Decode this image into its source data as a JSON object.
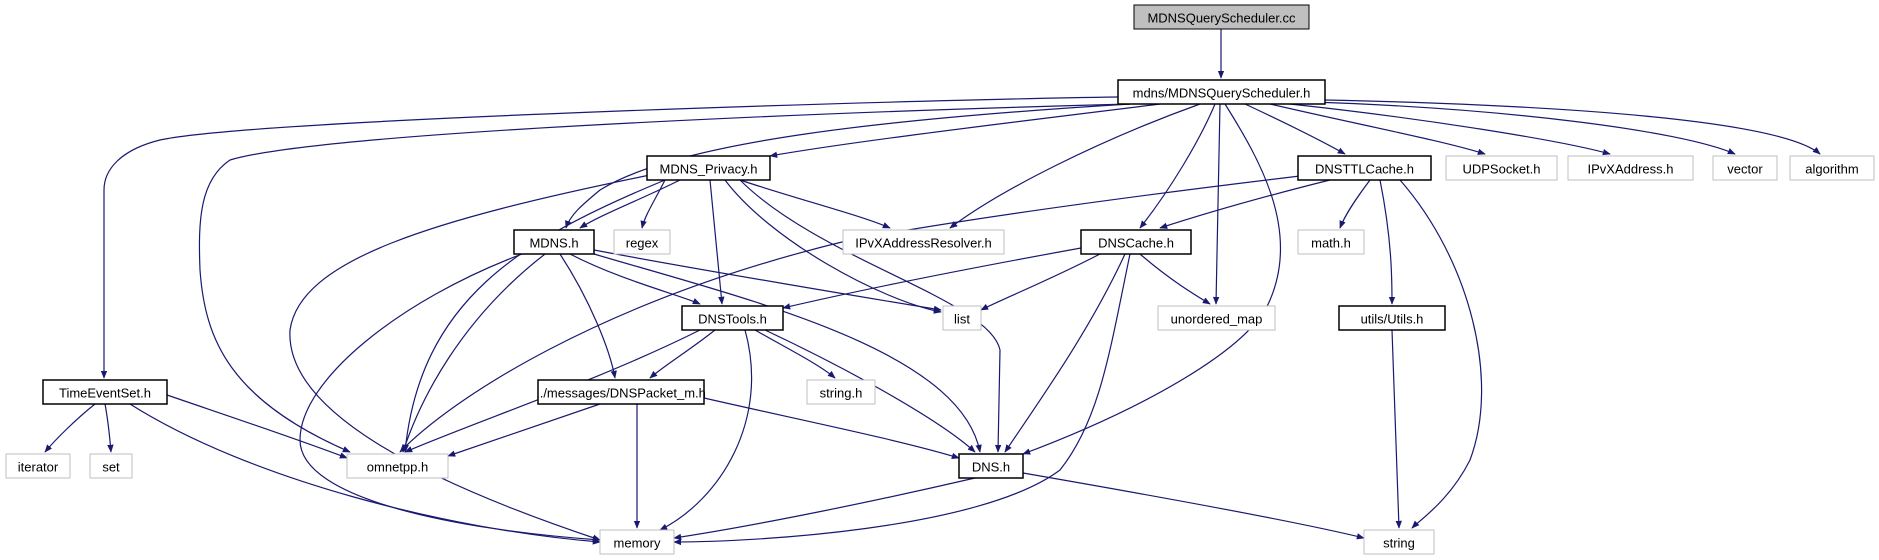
{
  "graph": {
    "colors": {
      "edge": "#191970",
      "root_fill": "#bfbfbf",
      "project_border": "#000000",
      "system_border": "#bfbfbf",
      "system_text": "#808080",
      "project_text": "#000000"
    },
    "nodes": [
      {
        "id": "root",
        "label": "MDNSQueryScheduler.cc",
        "kind": "root"
      },
      {
        "id": "scheduler_h",
        "label": "mdns/MDNSQueryScheduler.h",
        "kind": "project"
      },
      {
        "id": "privacy_h",
        "label": "MDNS_Privacy.h",
        "kind": "project"
      },
      {
        "id": "dnsttlcache_h",
        "label": "DNSTTLCache.h",
        "kind": "project"
      },
      {
        "id": "udpsocket_h",
        "label": "UDPSocket.h",
        "kind": "system"
      },
      {
        "id": "ipvxaddress_h",
        "label": "IPvXAddress.h",
        "kind": "system"
      },
      {
        "id": "vector",
        "label": "vector",
        "kind": "system"
      },
      {
        "id": "algorithm",
        "label": "algorithm",
        "kind": "system"
      },
      {
        "id": "mdns_h",
        "label": "MDNS.h",
        "kind": "project"
      },
      {
        "id": "regex",
        "label": "regex",
        "kind": "system"
      },
      {
        "id": "resolver_h",
        "label": "IPvXAddressResolver.h",
        "kind": "system"
      },
      {
        "id": "dnscache_h",
        "label": "DNSCache.h",
        "kind": "project"
      },
      {
        "id": "math_h",
        "label": "math.h",
        "kind": "system"
      },
      {
        "id": "dnstools_h",
        "label": "DNSTools.h",
        "kind": "project"
      },
      {
        "id": "list",
        "label": "list",
        "kind": "system"
      },
      {
        "id": "unordered_map",
        "label": "unordered_map",
        "kind": "system"
      },
      {
        "id": "utils_h",
        "label": "utils/Utils.h",
        "kind": "project"
      },
      {
        "id": "timeeventset_h",
        "label": "TimeEventSet.h",
        "kind": "project"
      },
      {
        "id": "string_h",
        "label": "string.h",
        "kind": "system"
      },
      {
        "id": "dnspacket_h",
        "label": "../messages/DNSPacket_m.h",
        "kind": "project"
      },
      {
        "id": "iterator",
        "label": "iterator",
        "kind": "system"
      },
      {
        "id": "set",
        "label": "set",
        "kind": "system"
      },
      {
        "id": "omnetpp_h",
        "label": "omnetpp.h",
        "kind": "system"
      },
      {
        "id": "dns_h",
        "label": "DNS.h",
        "kind": "project"
      },
      {
        "id": "memory",
        "label": "memory",
        "kind": "system"
      },
      {
        "id": "string",
        "label": "string",
        "kind": "system"
      }
    ],
    "edges": [
      {
        "from": "root",
        "to": "scheduler_h"
      },
      {
        "from": "scheduler_h",
        "to": "timeeventset_h"
      },
      {
        "from": "scheduler_h",
        "to": "omnetpp_h"
      },
      {
        "from": "scheduler_h",
        "to": "mdns_h"
      },
      {
        "from": "scheduler_h",
        "to": "privacy_h"
      },
      {
        "from": "scheduler_h",
        "to": "resolver_h"
      },
      {
        "from": "scheduler_h",
        "to": "dnscache_h"
      },
      {
        "from": "scheduler_h",
        "to": "unordered_map"
      },
      {
        "from": "scheduler_h",
        "to": "dns_h"
      },
      {
        "from": "scheduler_h",
        "to": "dnsttlcache_h"
      },
      {
        "from": "scheduler_h",
        "to": "udpsocket_h"
      },
      {
        "from": "scheduler_h",
        "to": "ipvxaddress_h"
      },
      {
        "from": "scheduler_h",
        "to": "vector"
      },
      {
        "from": "scheduler_h",
        "to": "algorithm"
      },
      {
        "from": "privacy_h",
        "to": "mdns_h"
      },
      {
        "from": "privacy_h",
        "to": "regex"
      },
      {
        "from": "privacy_h",
        "to": "resolver_h"
      },
      {
        "from": "privacy_h",
        "to": "dnstools_h"
      },
      {
        "from": "privacy_h",
        "to": "list"
      },
      {
        "from": "privacy_h",
        "to": "dns_h"
      },
      {
        "from": "privacy_h",
        "to": "omnetpp_h"
      },
      {
        "from": "privacy_h",
        "to": "memory"
      },
      {
        "from": "dnsttlcache_h",
        "to": "dnscache_h"
      },
      {
        "from": "dnsttlcache_h",
        "to": "math_h"
      },
      {
        "from": "dnsttlcache_h",
        "to": "utils_h"
      },
      {
        "from": "dnsttlcache_h",
        "to": "string"
      },
      {
        "from": "dnsttlcache_h",
        "to": "omnetpp_h"
      },
      {
        "from": "mdns_h",
        "to": "dnstools_h"
      },
      {
        "from": "mdns_h",
        "to": "dnspacket_h"
      },
      {
        "from": "mdns_h",
        "to": "list"
      },
      {
        "from": "mdns_h",
        "to": "dns_h"
      },
      {
        "from": "mdns_h",
        "to": "omnetpp_h"
      },
      {
        "from": "mdns_h",
        "to": "memory"
      },
      {
        "from": "dnscache_h",
        "to": "dnstools_h"
      },
      {
        "from": "dnscache_h",
        "to": "list"
      },
      {
        "from": "dnscache_h",
        "to": "unordered_map"
      },
      {
        "from": "dnscache_h",
        "to": "dns_h"
      },
      {
        "from": "dnscache_h",
        "to": "memory"
      },
      {
        "from": "dnstools_h",
        "to": "dnspacket_h"
      },
      {
        "from": "dnstools_h",
        "to": "string_h"
      },
      {
        "from": "dnstools_h",
        "to": "omnetpp_h"
      },
      {
        "from": "dnstools_h",
        "to": "dns_h"
      },
      {
        "from": "dnstools_h",
        "to": "memory"
      },
      {
        "from": "utils_h",
        "to": "string"
      },
      {
        "from": "timeeventset_h",
        "to": "iterator"
      },
      {
        "from": "timeeventset_h",
        "to": "set"
      },
      {
        "from": "timeeventset_h",
        "to": "omnetpp_h"
      },
      {
        "from": "timeeventset_h",
        "to": "memory"
      },
      {
        "from": "dnspacket_h",
        "to": "omnetpp_h"
      },
      {
        "from": "dnspacket_h",
        "to": "dns_h"
      },
      {
        "from": "dnspacket_h",
        "to": "memory"
      },
      {
        "from": "dns_h",
        "to": "memory"
      },
      {
        "from": "dns_h",
        "to": "string"
      }
    ]
  }
}
